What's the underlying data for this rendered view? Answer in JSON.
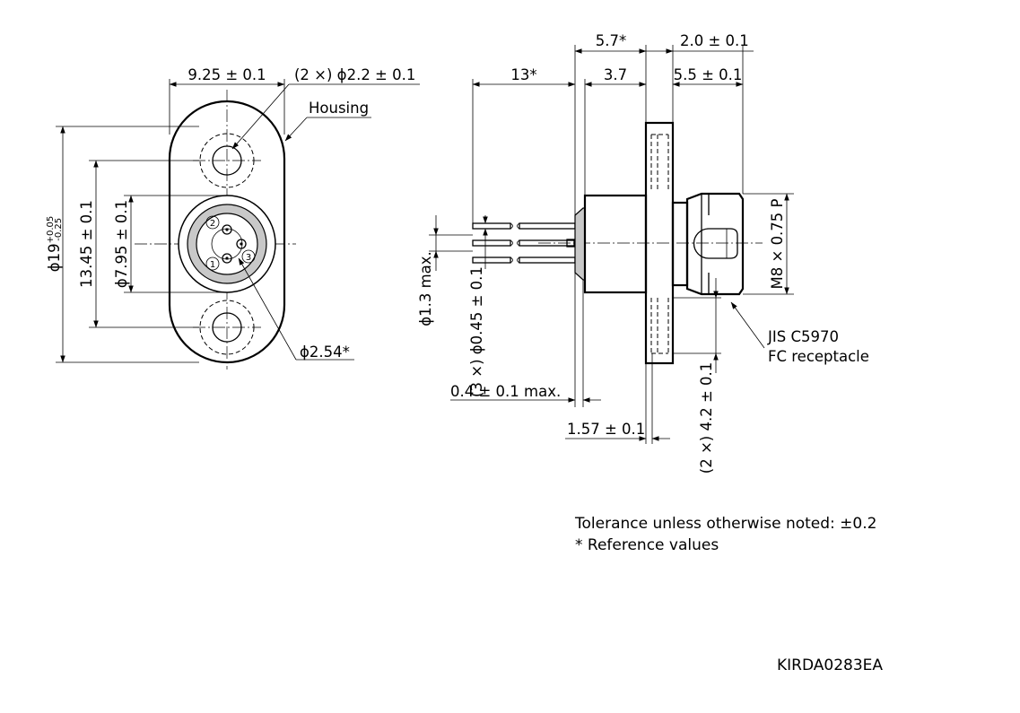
{
  "front_view": {
    "width_dim": "9.25 ± 0.1",
    "hole_dim": "(2 ×) ϕ2.2 ± 0.1",
    "housing_label": "Housing",
    "diameter_prefix": "ϕ19",
    "diameter_tol_upper": "+0.05",
    "diameter_tol_lower": "-0.25",
    "hole_pitch_dim": "13.45 ± 0.1",
    "flange_dim": "ϕ7.95 ± 0.1",
    "pin_circle_dim": "ϕ2.54*",
    "pin_labels": [
      "1",
      "2",
      "3"
    ]
  },
  "side_view": {
    "top_dim_a": "5.7*",
    "top_dim_b": "2.0 ± 0.1",
    "lead_length_dim": "13*",
    "dim_body": "3.7",
    "dim_receptacle": "5.5 ± 0.1",
    "thread_dim": "M8 × 0.75 P",
    "lead_max_dim": "ϕ1.3 max.",
    "lead_dia_dim": "(3 ×) ϕ0.45 ± 0.1",
    "receptacle_label_line1": "JIS C5970",
    "receptacle_label_line2": "FC receptacle",
    "stub_dim": "0.4 ± 0.1 max.",
    "flange_thickness_dim": "1.57 ± 0.1",
    "mount_hole_dim": "(2 ×) 4.2 ± 0.1"
  },
  "notes": {
    "tolerance": "Tolerance unless otherwise noted: ±0.2",
    "reference": "* Reference values"
  },
  "drawing_id": "KIRDA0283EA"
}
